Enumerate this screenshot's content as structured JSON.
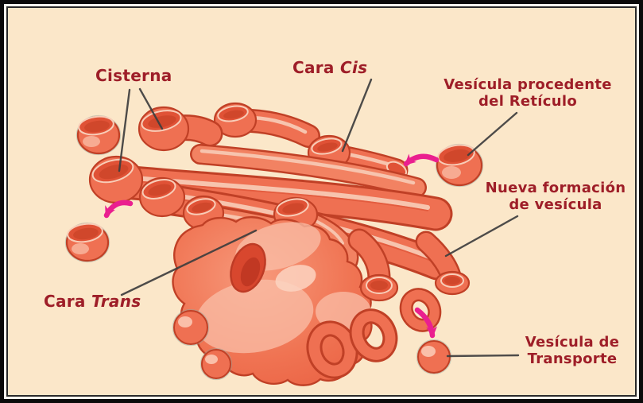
{
  "diagram": {
    "subject": "Aparato de Golgi",
    "labels": {
      "cisterna": "Cisterna",
      "cara_cis_prefix": "Cara",
      "cara_cis_face": "Cis",
      "vesicula_reticulo_line1": "Vesícula procedente",
      "vesicula_reticulo_line2": "del Retículo",
      "nueva_formacion_line1": "Nueva formación",
      "nueva_formacion_line2": "de vesícula",
      "cara_trans_prefix": "Cara",
      "cara_trans_face": "Trans",
      "vesicula_transporte_line1": "Vesícula de",
      "vesicula_transporte_line2": "Transporte"
    },
    "arrows": [
      {
        "id": "reticulo-to-cis-face",
        "color": "#EA1F8F"
      },
      {
        "id": "cis-face-to-left-vesicle",
        "color": "#EA1F8F"
      },
      {
        "id": "trans-face-to-transport-vesicle",
        "color": "#EA1F8F"
      }
    ]
  },
  "colors": {
    "background": "#FBE7C9",
    "frame_black": "#0A0A0A",
    "frame_white": "#F7F5EF",
    "frame_inner": "#2B2B2B",
    "label_text": "#9E1E28",
    "pointer_line": "#3E3E3E",
    "arrow_magenta": "#EA1F8F",
    "golgi_body": "#EF7052",
    "golgi_outline": "#C04026",
    "golgi_stripe": "#F7C4AE",
    "golgi_interior": "#E05236",
    "golgi_highlight": "#FBD3C1"
  }
}
